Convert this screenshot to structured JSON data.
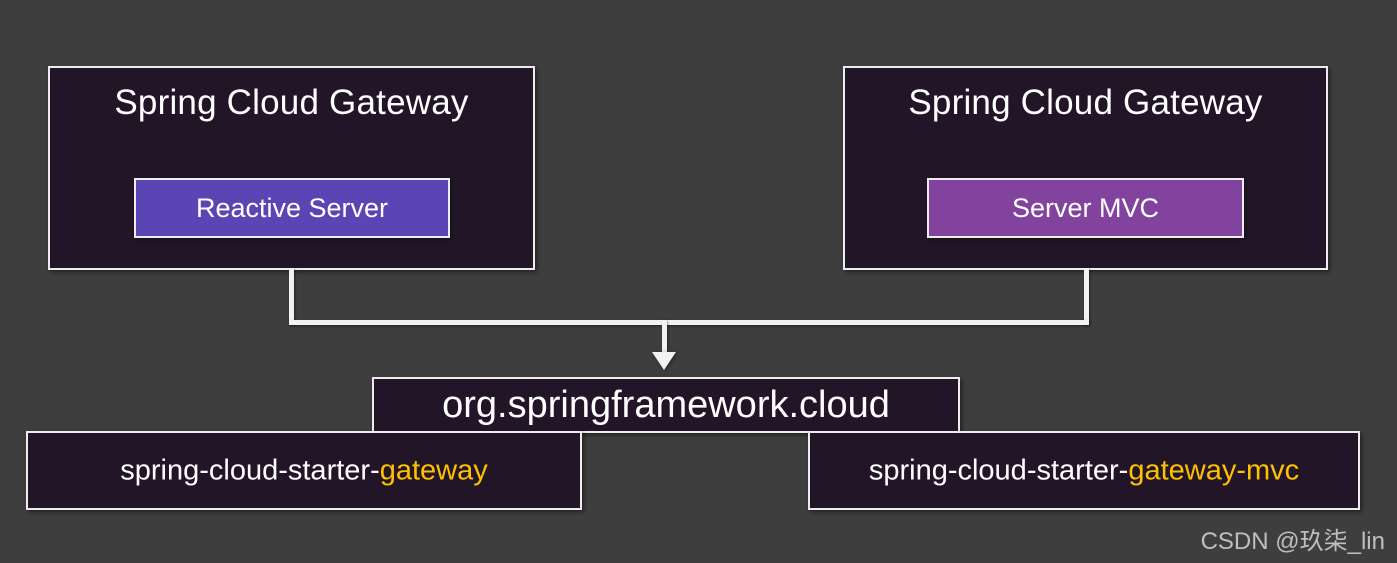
{
  "diagram": {
    "background_color": "#3e3e3e",
    "box_fill_color": "#211527",
    "box_border_color": "#ededee",
    "highlight_color": "#ffc000",
    "connector_color": "#f2f2f2"
  },
  "nodes": {
    "left_gateway": {
      "title": "Spring Cloud Gateway",
      "server": {
        "label": "Reactive Server",
        "color": "#5b45b4"
      }
    },
    "right_gateway": {
      "title": "Spring Cloud Gateway",
      "server": {
        "label": "Server MVC",
        "color": "#82439f"
      }
    },
    "package": {
      "label": "org.springframework.cloud"
    },
    "artifact_left": {
      "prefix": "spring-cloud-starter-",
      "highlight": "gateway"
    },
    "artifact_right": {
      "prefix": "spring-cloud-starter-",
      "highlight": "gateway-mvc"
    }
  },
  "watermark": {
    "text": "CSDN @玖柒_lin"
  }
}
